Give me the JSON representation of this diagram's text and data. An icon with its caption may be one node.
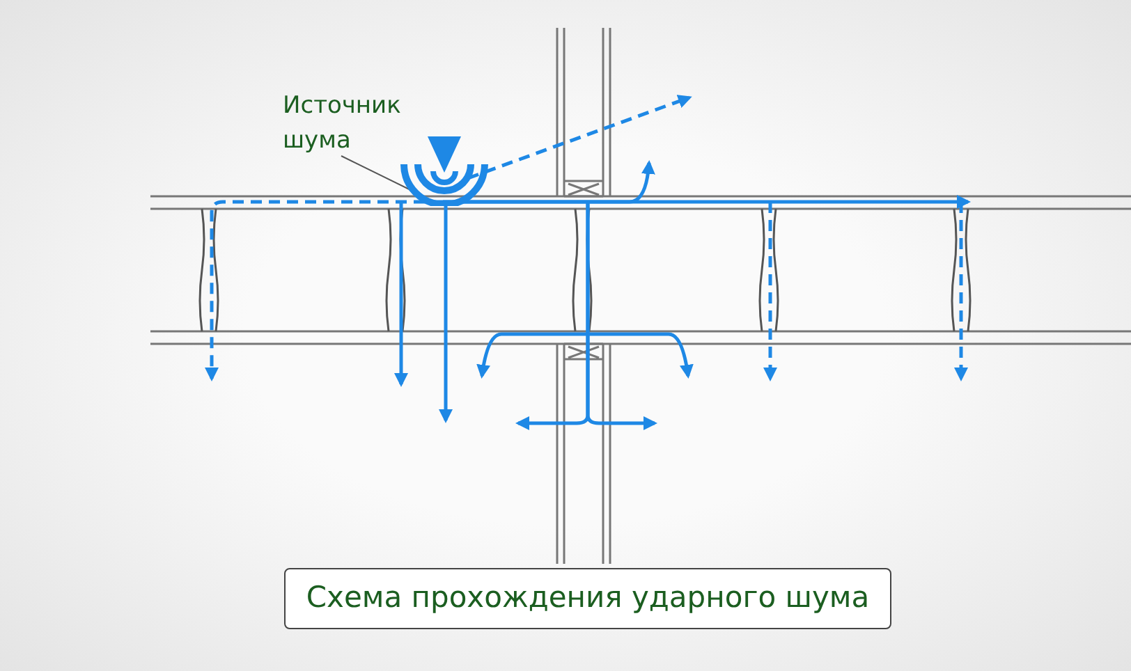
{
  "diagram": {
    "caption": "Схема прохождения ударного шума",
    "nodes": [
      {
        "text": [
          "Источник шума"
        ]
      },
      {
        "text": [],
        "shape": "symbol"
      }
    ],
    "edges": [
      {
        "from": 0,
        "to": 1,
        "arrow": "none"
      }
    ]
  }
}
